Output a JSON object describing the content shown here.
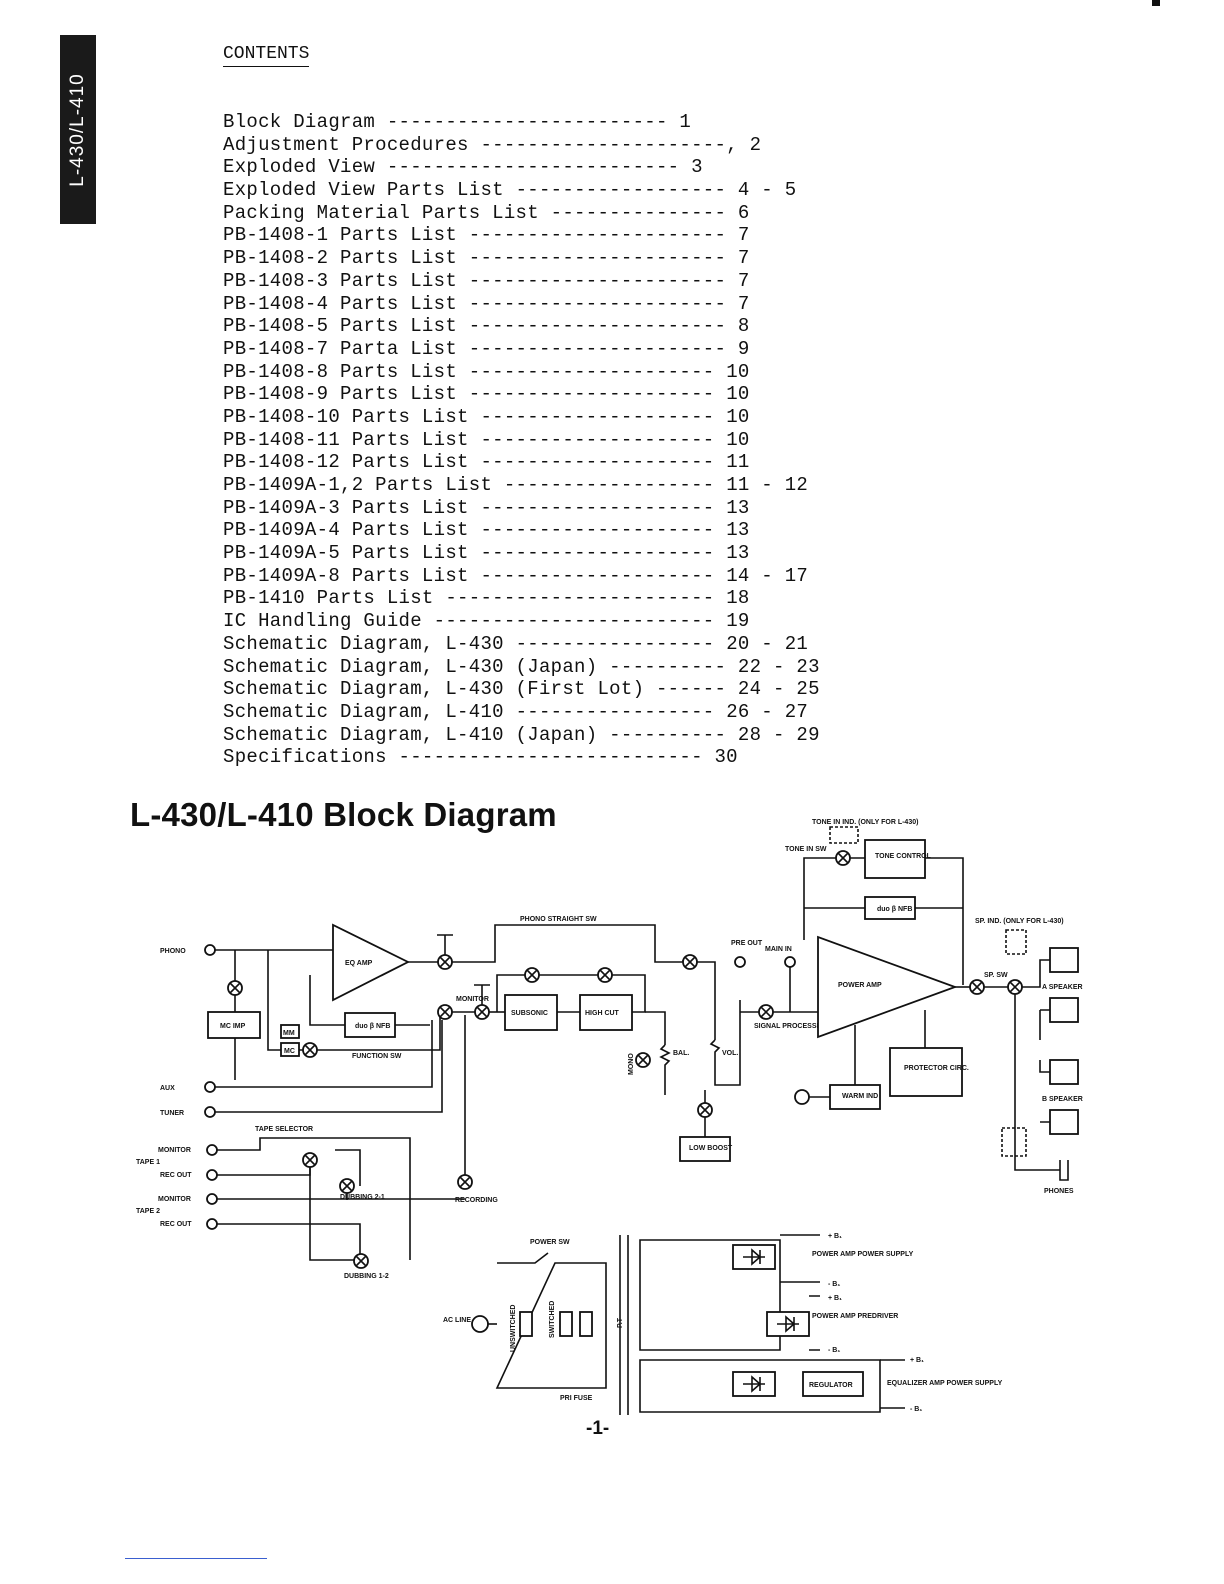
{
  "side_tab": "L-430/L-410",
  "contents": {
    "heading": "CONTENTS",
    "entries": [
      {
        "title": "Block Diagram",
        "dashes": "------------------------",
        "page": "1"
      },
      {
        "title": "Adjustment Procedures",
        "dashes": "---------------------,",
        "page": "2"
      },
      {
        "title": "Exploded View",
        "dashes": "-------------------------",
        "page": "3"
      },
      {
        "title": "Exploded View Parts List",
        "dashes": "------------------",
        "page": "4 - 5"
      },
      {
        "title": "Packing Material Parts List",
        "dashes": "---------------",
        "page": "6"
      },
      {
        "title": "PB-1408-1 Parts List",
        "dashes": "----------------------",
        "page": "7"
      },
      {
        "title": "PB-1408-2 Parts List",
        "dashes": "----------------------",
        "page": "7"
      },
      {
        "title": "PB-1408-3 Parts List",
        "dashes": "----------------------",
        "page": "7"
      },
      {
        "title": "PB-1408-4 Parts List",
        "dashes": "----------------------",
        "page": "7"
      },
      {
        "title": "PB-1408-5 Parts List",
        "dashes": "----------------------",
        "page": "8"
      },
      {
        "title": "PB-1408-7 Parta List",
        "dashes": "----------------------",
        "page": "9"
      },
      {
        "title": "PB-1408-8 Parts List",
        "dashes": "---------------------",
        "page": "10"
      },
      {
        "title": "PB-1408-9 Parts List",
        "dashes": "---------------------",
        "page": "10"
      },
      {
        "title": "PB-1408-10 Parts List",
        "dashes": "--------------------",
        "page": "10"
      },
      {
        "title": "PB-1408-11 Parts List",
        "dashes": "--------------------",
        "page": "10"
      },
      {
        "title": "PB-1408-12 Parts List",
        "dashes": "--------------------",
        "page": "11"
      },
      {
        "title": "PB-1409A-1,2 Parts List",
        "dashes": "------------------",
        "page": "11 - 12"
      },
      {
        "title": "PB-1409A-3 Parts List",
        "dashes": "--------------------",
        "page": "13"
      },
      {
        "title": "PB-1409A-4 Parts List",
        "dashes": "--------------------",
        "page": "13"
      },
      {
        "title": "PB-1409A-5 Parts List",
        "dashes": "--------------------",
        "page": "13"
      },
      {
        "title": "PB-1409A-8 Parts List",
        "dashes": "--------------------",
        "page": "14 - 17"
      },
      {
        "title": "PB-1410 Parts List",
        "dashes": "-----------------------",
        "page": "18"
      },
      {
        "title": "IC Handling Guide",
        "dashes": "------------------------",
        "page": "19"
      },
      {
        "title": "Schematic Diagram, L-430",
        "dashes": "-----------------",
        "page": "20 - 21"
      },
      {
        "title": "Schematic Diagram, L-430 (Japan)",
        "dashes": "----------",
        "page": "22 - 23"
      },
      {
        "title": "Schematic Diagram, L-430 (First Lot)",
        "dashes": "------",
        "page": "24 - 25"
      },
      {
        "title": "Schematic Diagram, L-410",
        "dashes": "-----------------",
        "page": "26 - 27"
      },
      {
        "title": "Schematic Diagram, L-410 (Japan)",
        "dashes": "----------",
        "page": "28 - 29"
      },
      {
        "title": "Specifications",
        "dashes": "--------------------------",
        "page": "30"
      }
    ]
  },
  "block_diagram": {
    "title": "L-430/L-410 Block Diagram",
    "labels": {
      "phono": "PHONO",
      "aux": "AUX",
      "tuner": "TUNER",
      "monitor1": "MONITOR",
      "tape1": "TAPE 1",
      "rec_out1": "REC OUT",
      "monitor2": "MONITOR",
      "tape2": "TAPE 2",
      "rec_out2": "REC OUT",
      "eq_amp": "EQ AMP",
      "mc_imp": "MC IMP",
      "mm": "MM",
      "mc": "MC",
      "duo_nfb_left": "duo β NFB",
      "function_sw": "FUNCTION SW",
      "tape_selector": "TAPE SELECTOR",
      "dubbing_21": "DUBBING 2-1",
      "dubbing_12": "DUBBING 1-2",
      "recording": "RECORDING",
      "phono_straight_sw": "PHONO STRAIGHT SW",
      "monitor": "MONITOR",
      "subsonic": "SUBSONIC",
      "high_cut": "HIGH CUT",
      "mono": "MONO",
      "bal": "BAL.",
      "vol": "VOL.",
      "low_boost": "LOW BOOST",
      "pre_out": "PRE OUT",
      "main_in": "MAIN IN",
      "signal_processing_sw": "SIGNAL PROCESSING SW",
      "tone_ind": "TONE IN IND. (ONLY FOR L-430)",
      "tone_in_sw": "TONE IN SW",
      "tone_control": "TONE CONTROL",
      "duo_nfb_right": "duo β NFB",
      "power_amp": "POWER AMP",
      "protector_circ": "PROTECTOR CIRC.",
      "warm_ind": "WARM IND",
      "sp_ind": "SP. IND. (ONLY FOR L-430)",
      "sp_sw": "SP. SW",
      "a_speaker": "A SPEAKER",
      "b_speaker": "B SPEAKER",
      "phones": "PHONES",
      "power_sw": "POWER SW",
      "ac_line": "AC LINE",
      "unswitched": "UNSWITCHED",
      "switched": "SWITCHED",
      "pri_fuse": "PRI FUSE",
      "pt": "P.T",
      "power_amp_supply": "POWER AMP POWER SUPPLY",
      "power_amp_predriver": "POWER AMP PREDRIVER",
      "regulator": "REGULATOR",
      "equalizer_supply": "EQUALIZER AMP POWER SUPPLY",
      "plus_b": "+ B₁",
      "minus_b": "- B₁"
    }
  },
  "page_number": "-1-"
}
